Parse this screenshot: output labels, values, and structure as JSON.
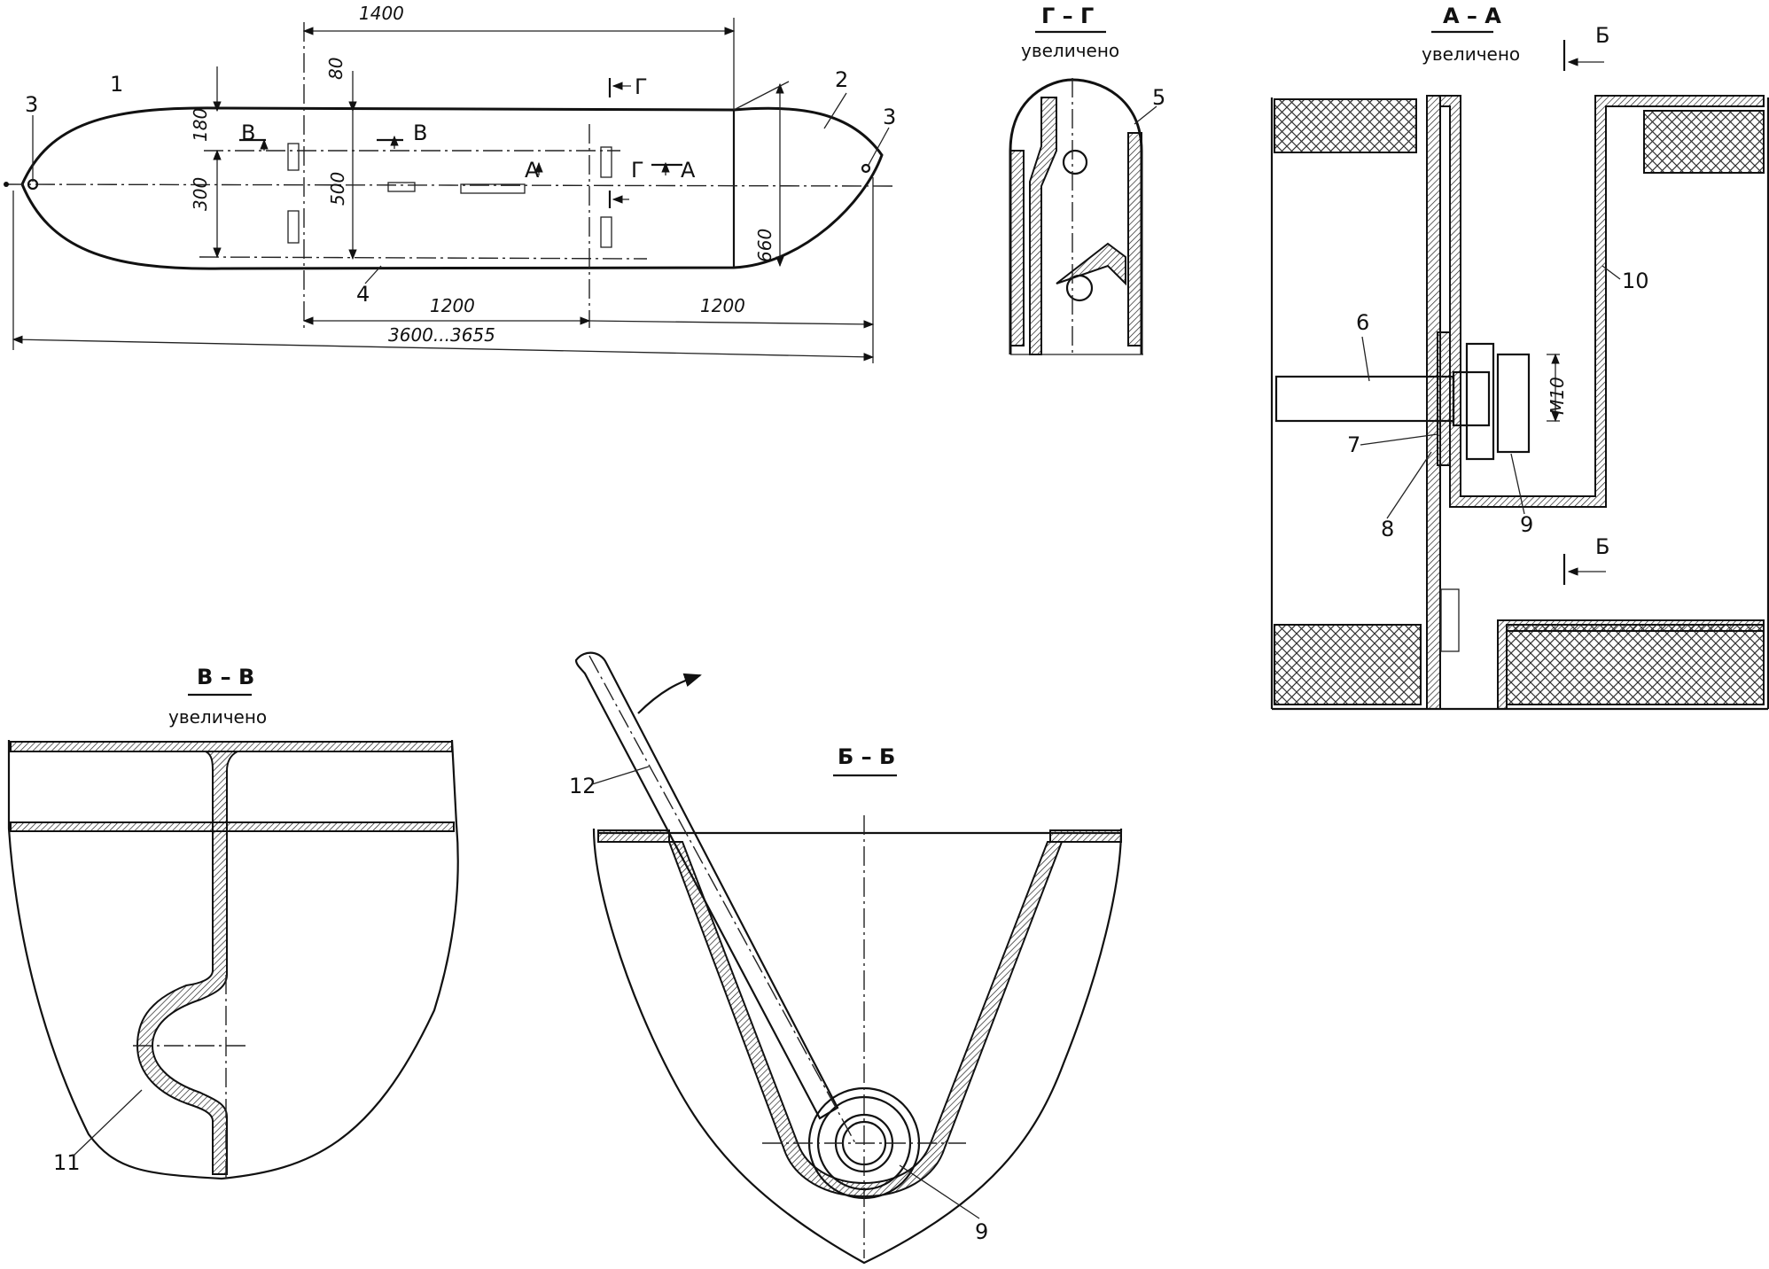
{
  "labels": {
    "part_1": "1",
    "part_2": "2",
    "part_3_left": "3",
    "part_3_right": "3",
    "part_4": "4",
    "part_5": "5",
    "part_6": "6",
    "part_7": "7",
    "part_8": "8",
    "part_9_aa": "9",
    "part_10": "10",
    "part_11": "11",
    "part_12": "12",
    "part_9_bb": "9"
  },
  "dimensions": {
    "top_1400": "1400",
    "d_180": "180",
    "d_80": "80",
    "d_300": "300",
    "d_500": "500",
    "d_660": "660",
    "bottom_1200_a": "1200",
    "bottom_1200_b": "1200",
    "overall": "3600...3655",
    "bolt": "M10"
  },
  "section_marks": {
    "g_top": "Г",
    "g_side": "Г",
    "v": "В",
    "v_right": "В",
    "a_plan": "А",
    "a_right": "А",
    "b_top": "Б",
    "b_bottom": "Б"
  },
  "sections": {
    "gg": {
      "title": "Г – Г",
      "subtitle": "увеличено"
    },
    "aa": {
      "title": "А – А",
      "subtitle": "увеличено"
    },
    "vv": {
      "title": "В – В",
      "subtitle": "увеличено"
    },
    "bb": {
      "title": "Б – Б"
    }
  }
}
